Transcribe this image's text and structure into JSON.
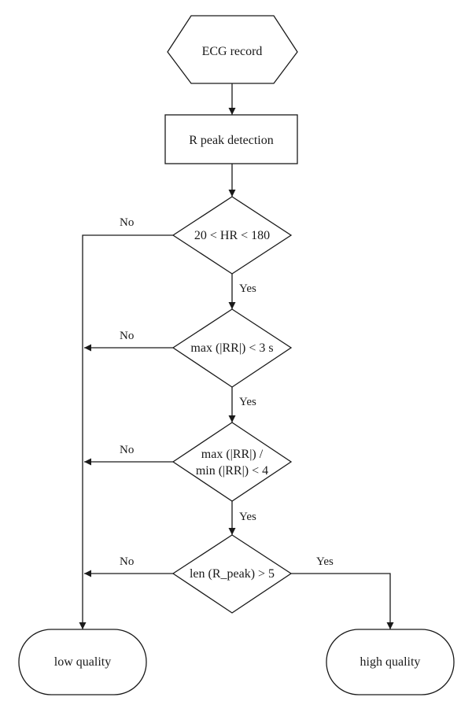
{
  "nodes": {
    "start": "ECG record",
    "detect": "R peak detection",
    "hr_check": "20 < HR < 180",
    "rr_max": "max (|RR|) < 3 s",
    "rr_ratio_1": "max (|RR|) /",
    "rr_ratio_2": "min (|RR|) < 4",
    "peak_count": "len (R_peak) > 5",
    "low": "low quality",
    "high": "high quality"
  },
  "edges": {
    "no": "No",
    "yes": "Yes"
  },
  "colors": {
    "stroke": "#1a1a1a",
    "background": "#ffffff"
  }
}
